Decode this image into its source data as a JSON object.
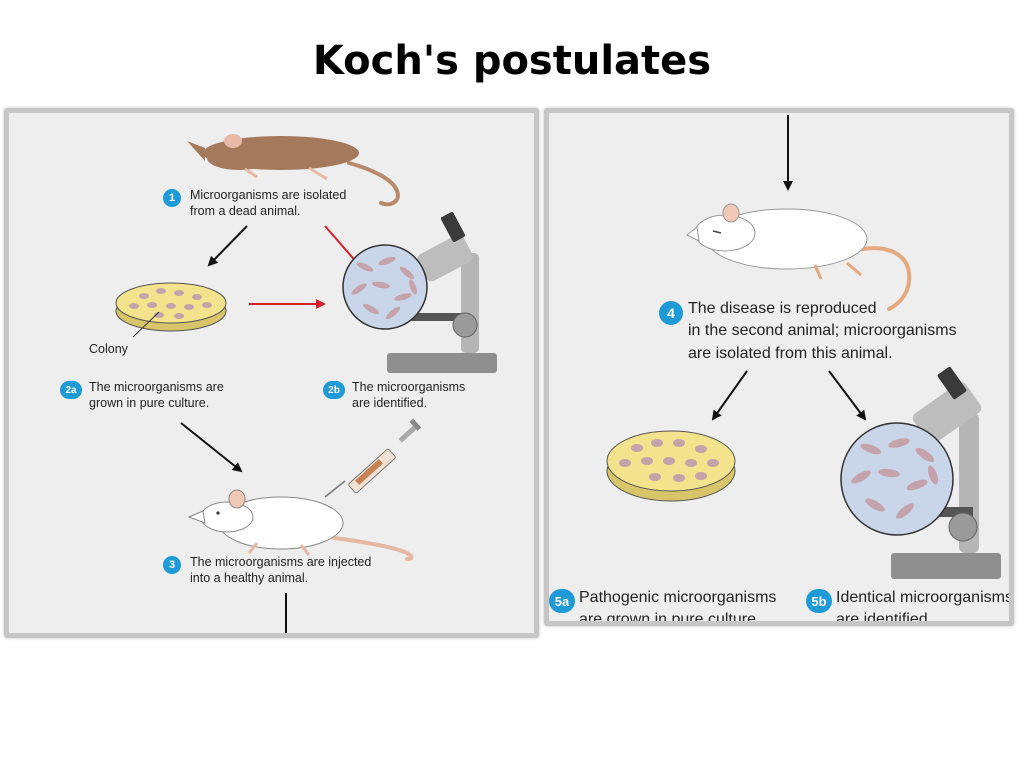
{
  "title": "Koch's postulates",
  "left_panel": {
    "step1": {
      "badge": "1",
      "line1": "Microorganisms are isolated",
      "line2": "from a dead animal."
    },
    "colony_label": "Colony",
    "step2a": {
      "badge": "2a",
      "line1": "The microorganisms are",
      "line2": "grown in pure culture."
    },
    "step2b": {
      "badge": "2b",
      "line1": "The microorganisms",
      "line2": "are identified."
    },
    "step3": {
      "badge": "3",
      "line1": "The microorganisms are injected",
      "line2": "into a healthy animal."
    }
  },
  "right_panel": {
    "step4": {
      "badge": "4",
      "line1": "The disease is reproduced",
      "line2": "in the second animal; microorganisms",
      "line3": "are isolated from this animal."
    },
    "step5a": {
      "badge": "5a",
      "line1": "Pathogenic microorganisms",
      "line2": "are grown in pure culture."
    },
    "step5b": {
      "badge": "5b",
      "line1": "Identical microorganisms",
      "line2": "are identified."
    }
  },
  "colors": {
    "badge": "#1e9ad6",
    "red_arrow": "#d61f2a",
    "dead_rat": "#a57a5c",
    "culture_agar": "#f2e38c",
    "bacteria": "#c5a3aa",
    "lens_view": "#c9d6ea"
  }
}
